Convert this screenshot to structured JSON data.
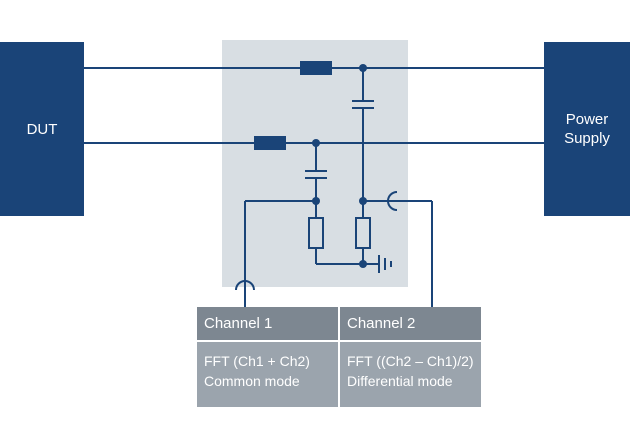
{
  "blocks": {
    "dut_label": "DUT",
    "power_supply_label_line1": "Power",
    "power_supply_label_line2": "Supply"
  },
  "channels": [
    {
      "title": "Channel 1",
      "formula": "FFT (Ch1 + Ch2)",
      "mode": "Common mode"
    },
    {
      "title": "Channel 2",
      "formula": "FFT ((Ch2 – Ch1)/2)",
      "mode": "Differential mode"
    }
  ],
  "colors": {
    "block_fill": "#1a4478",
    "wire": "#1a4478",
    "lisn_background": "#d8dee3",
    "channel_header": "#7d8791",
    "channel_body": "#9ba4ad"
  }
}
